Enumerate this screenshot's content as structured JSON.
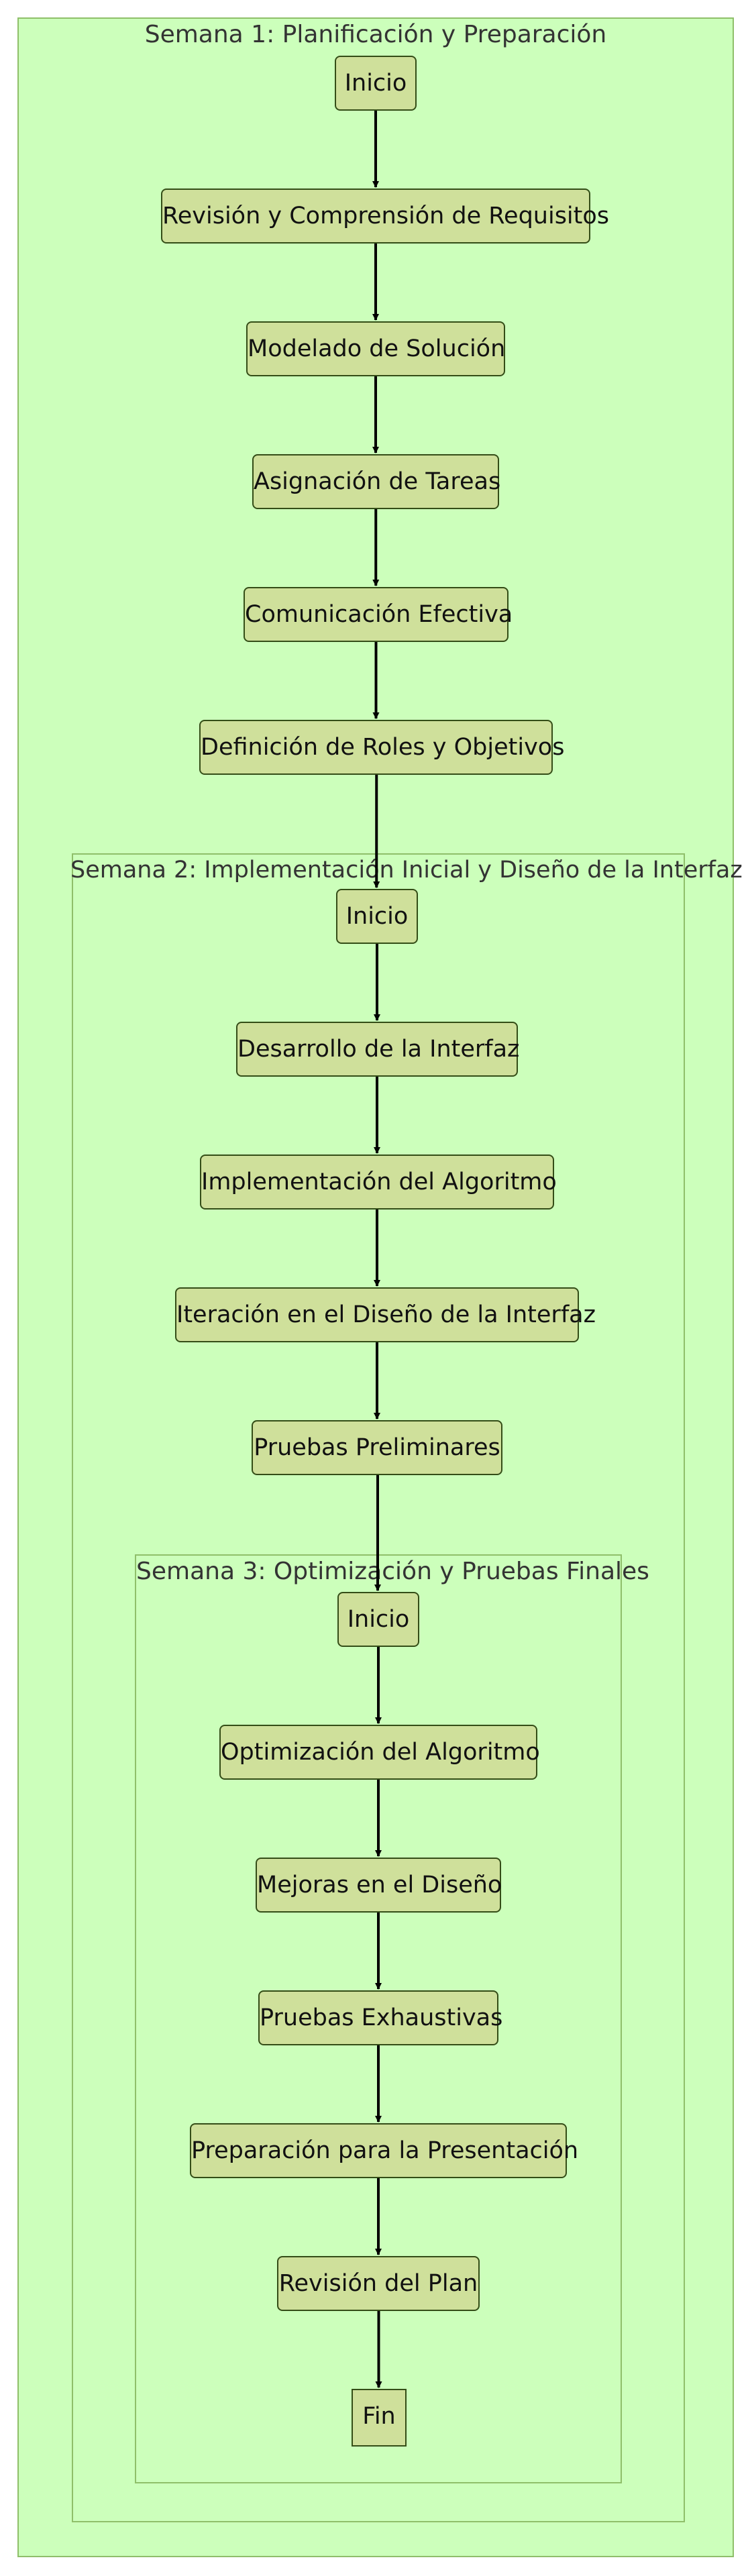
{
  "colors": {
    "cluster_fill": "#ccffbb",
    "cluster_border": "#8fbf6a",
    "node_fill": "#cfe09b",
    "node_border": "#344d17",
    "edge": "#000000"
  },
  "week1": {
    "title": "Semana 1: Planificación y Preparación",
    "nodes": [
      "Inicio",
      "Revisión y Comprensión de Requisitos",
      "Modelado de Solución",
      "Asignación de Tareas",
      "Comunicación Efectiva",
      "Definición de Roles y Objetivos"
    ]
  },
  "week2": {
    "title": "Semana 2: Implementación Inicial y Diseño de la Interfaz",
    "nodes": [
      "Inicio",
      "Desarrollo de la Interfaz",
      "Implementación del Algoritmo",
      "Iteración en el Diseño de la Interfaz",
      "Pruebas Preliminares"
    ]
  },
  "week3": {
    "title": "Semana 3: Optimización y Pruebas Finales",
    "nodes": [
      "Inicio",
      "Optimización del Algoritmo",
      "Mejoras en el Diseño",
      "Pruebas Exhaustivas",
      "Preparación para la Presentación",
      "Revisión del Plan",
      "Fin"
    ]
  }
}
